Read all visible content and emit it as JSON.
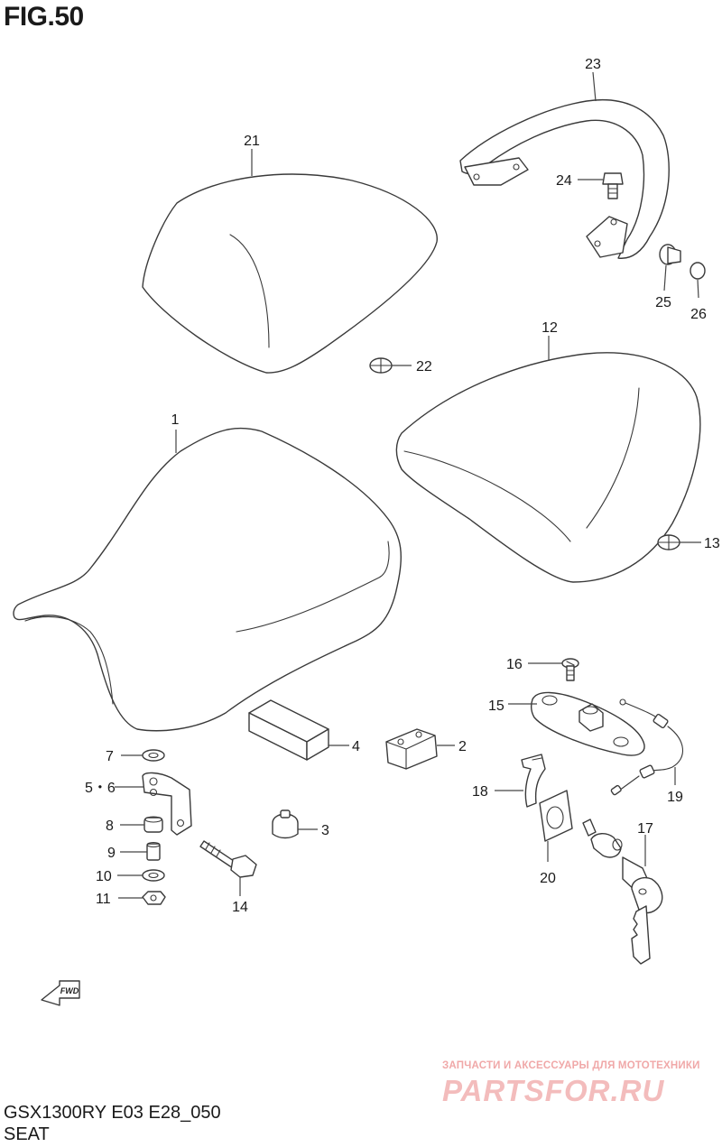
{
  "header": {
    "figure": "FIG.50"
  },
  "footer": {
    "model_code": "GSX1300RY E03 E28_050",
    "section_name": "SEAT"
  },
  "watermark": {
    "line1": "ЗАПЧАСТИ И АКСЕССУАРЫ ДЛЯ МОТОТЕХНИКИ",
    "line2": "PARTSFOR.RU"
  },
  "fwd_label": "FWD",
  "callouts": {
    "c1": "1",
    "c2": "2",
    "c3": "3",
    "c4": "4",
    "c5_6": "5・6",
    "c7": "7",
    "c8": "8",
    "c9": "9",
    "c10": "10",
    "c11": "11",
    "c12": "12",
    "c13": "13",
    "c14": "14",
    "c15": "15",
    "c16": "16",
    "c17": "17",
    "c18": "18",
    "c19": "19",
    "c20": "20",
    "c21": "21",
    "c22": "22",
    "c23": "23",
    "c24": "24",
    "c25": "25",
    "c26": "26"
  }
}
